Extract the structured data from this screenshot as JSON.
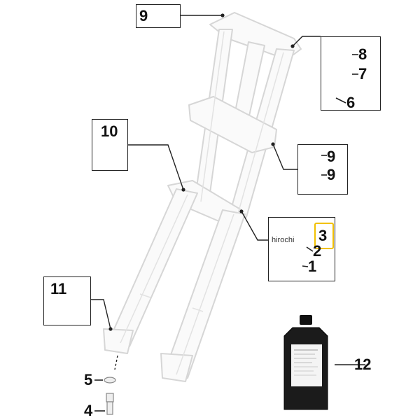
{
  "parts": {
    "p1": "1",
    "p2": "2",
    "p3": "3",
    "p4": "4",
    "p5": "5",
    "p6": "6",
    "p7": "7",
    "p8": "8",
    "p9_top": "9",
    "p9_a": "9",
    "p9_b": "9",
    "p10": "10",
    "p11": "11",
    "p12": "12"
  },
  "watermark": "hirochi",
  "highlight_color": "#f2c100",
  "icons": [
    "fork-assembly-icon",
    "bolt-icon",
    "oil-bottle-icon",
    "seal-ring-icon",
    "dust-seal-icon",
    "washer-icon",
    "screw-icon"
  ]
}
